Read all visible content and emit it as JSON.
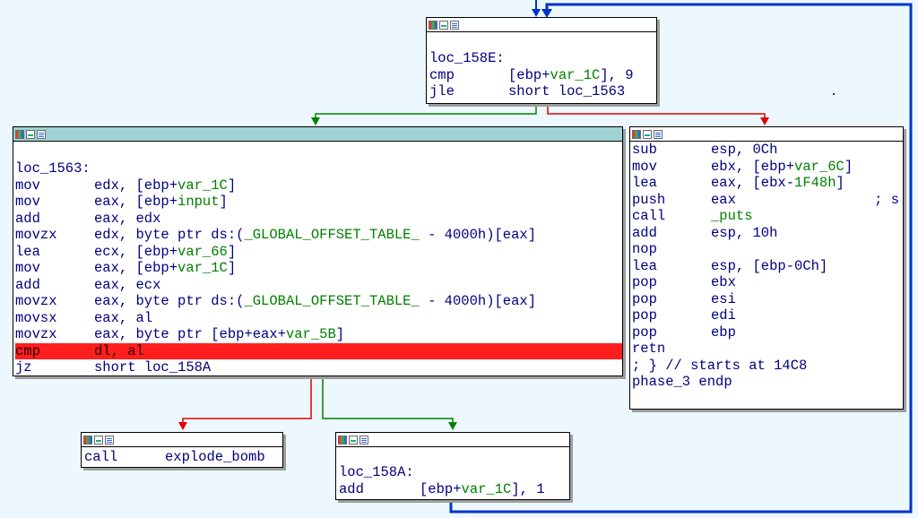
{
  "colors": {
    "background": "#ecf8fd",
    "instruction": "#000080",
    "symbol": "#008000",
    "highlight": "#ff1e1e",
    "edge_true": "#008000",
    "edge_false": "#e00000",
    "edge_loop": "#0033cc"
  },
  "icons": [
    "color-icon",
    "graph-icon",
    "text-icon"
  ],
  "nodes": {
    "loc_158E": {
      "label": "loc_158E:",
      "lines": [
        {
          "mn": "cmp",
          "op": [
            "[ebp+",
            {
              "g": "var_1C"
            },
            "], 9"
          ]
        },
        {
          "mn": "jle",
          "op": [
            "short loc_1563"
          ]
        }
      ]
    },
    "loc_1563": {
      "label": "loc_1563:",
      "lines": [
        {
          "mn": "mov",
          "op": [
            "edx, [ebp+",
            {
              "g": "var_1C"
            },
            "]"
          ]
        },
        {
          "mn": "mov",
          "op": [
            "eax, [ebp+",
            {
              "g": "input"
            },
            "]"
          ]
        },
        {
          "mn": "add",
          "op": [
            "eax, edx"
          ]
        },
        {
          "mn": "movzx",
          "op": [
            "edx, byte ptr ds:(",
            {
              "g": "_GLOBAL_OFFSET_TABLE_"
            },
            " - 4000h)[eax]"
          ]
        },
        {
          "mn": "lea",
          "op": [
            "ecx, [ebp+",
            {
              "g": "var_66"
            },
            "]"
          ]
        },
        {
          "mn": "mov",
          "op": [
            "eax, [ebp+",
            {
              "g": "var_1C"
            },
            "]"
          ]
        },
        {
          "mn": "add",
          "op": [
            "eax, ecx"
          ]
        },
        {
          "mn": "movzx",
          "op": [
            "eax, byte ptr ds:(",
            {
              "g": "_GLOBAL_OFFSET_TABLE_"
            },
            " - 4000h)[eax]"
          ]
        },
        {
          "mn": "movsx",
          "op": [
            "eax, al"
          ]
        },
        {
          "mn": "movzx",
          "op": [
            "eax, byte ptr [ebp+eax+",
            {
              "g": "var_5B"
            },
            "]"
          ]
        },
        {
          "mn": "cmp",
          "op": [
            "dl, al"
          ],
          "highlight": true
        },
        {
          "mn": "jz",
          "op": [
            "short loc_158A"
          ]
        }
      ]
    },
    "epilogue": {
      "lines": [
        {
          "mn": "sub",
          "op": [
            "esp, 0Ch"
          ]
        },
        {
          "mn": "mov",
          "op": [
            "ebx, [ebp+",
            {
              "g": "var_6C"
            },
            "]"
          ]
        },
        {
          "mn": "lea",
          "op": [
            "eax, [ebx-",
            {
              "g": "1F48h"
            },
            "]"
          ]
        },
        {
          "mn": "push",
          "op": [
            "eax"
          ],
          "comment": "; s"
        },
        {
          "mn": "call",
          "op": [
            {
              "g": "_puts"
            }
          ]
        },
        {
          "mn": "add",
          "op": [
            "esp, 10h"
          ]
        },
        {
          "mn": "nop",
          "op": []
        },
        {
          "mn": "lea",
          "op": [
            "esp, [ebp-0Ch]"
          ]
        },
        {
          "mn": "pop",
          "op": [
            "ebx"
          ]
        },
        {
          "mn": "pop",
          "op": [
            "esi"
          ]
        },
        {
          "mn": "pop",
          "op": [
            "edi"
          ]
        },
        {
          "mn": "pop",
          "op": [
            "ebp"
          ]
        },
        {
          "mn": "retn",
          "op": []
        },
        {
          "raw": "; } // starts at 14C8"
        },
        {
          "raw": "phase_3 endp"
        }
      ]
    },
    "explode": {
      "lines": [
        {
          "mn": "call",
          "op": [
            "explode_bomb"
          ],
          "wide": true
        }
      ]
    },
    "loc_158A": {
      "label": "loc_158A:",
      "lines": [
        {
          "mn": "add",
          "op": [
            "[ebp+",
            {
              "g": "var_1C"
            },
            "], 1"
          ],
          "wide": true
        }
      ]
    }
  }
}
